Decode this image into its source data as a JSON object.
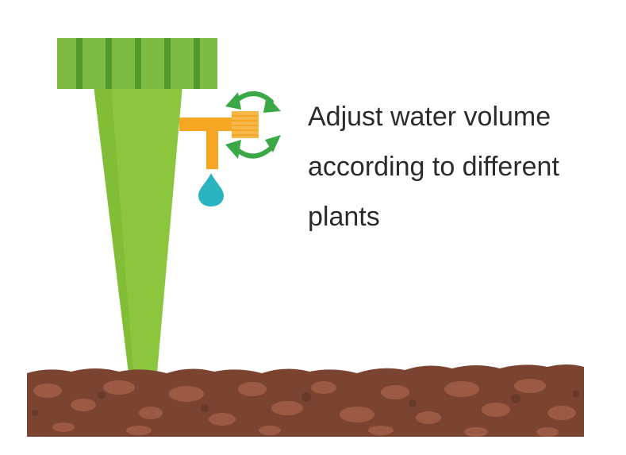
{
  "caption": {
    "lines": [
      "Adjust water volume",
      "according to different",
      "plants"
    ]
  },
  "colors": {
    "background": "#ffffff",
    "stake_green": "#8cc63f",
    "cap_green": "#7dbb42",
    "cap_ribs": "#4f9a2a",
    "valve_orange": "#f5a623",
    "knob_orange": "#f7b84b",
    "arrow_green": "#3aa845",
    "water_drop": "#2bb3c0",
    "soil_base": "#7a4430",
    "soil_stones": "#9c5a45",
    "caption_text": "#2b2b2b"
  },
  "icons": [
    "dripper-stake-icon",
    "adjust-valve-icon",
    "rotate-arrows-icon",
    "water-drop-icon",
    "soil-illustration"
  ]
}
